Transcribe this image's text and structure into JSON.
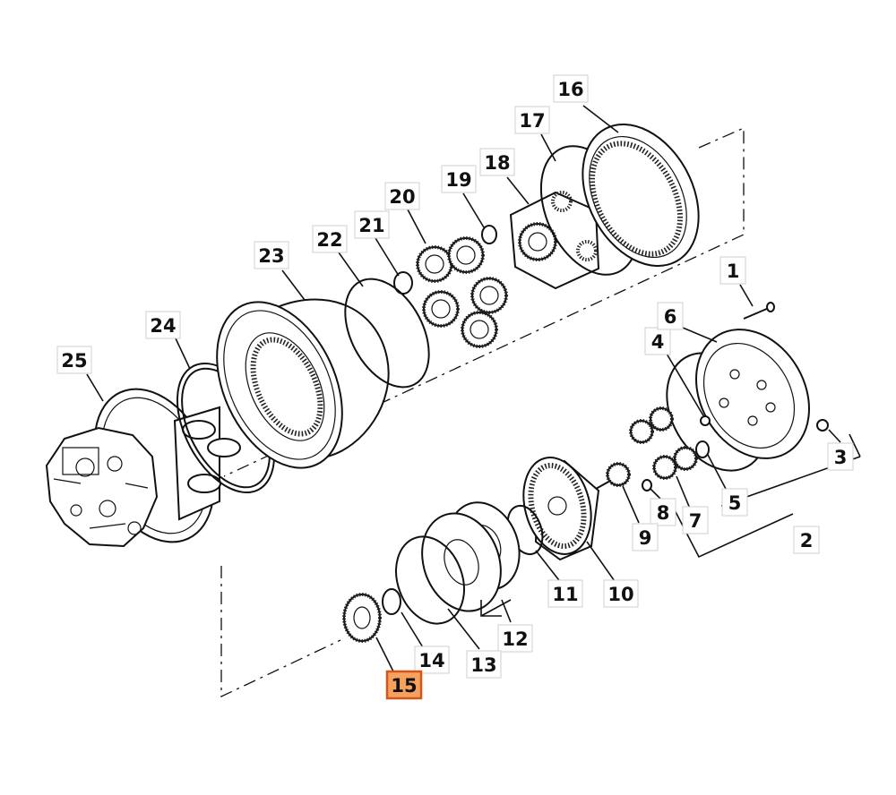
{
  "diagram": {
    "highlighted_label": "15",
    "callouts": [
      {
        "label": "1"
      },
      {
        "label": "2"
      },
      {
        "label": "3"
      },
      {
        "label": "4"
      },
      {
        "label": "5"
      },
      {
        "label": "6"
      },
      {
        "label": "7"
      },
      {
        "label": "8"
      },
      {
        "label": "9"
      },
      {
        "label": "10"
      },
      {
        "label": "11"
      },
      {
        "label": "12"
      },
      {
        "label": "13"
      },
      {
        "label": "14"
      },
      {
        "label": "15"
      },
      {
        "label": "16"
      },
      {
        "label": "17"
      },
      {
        "label": "18"
      },
      {
        "label": "19"
      },
      {
        "label": "20"
      },
      {
        "label": "21"
      },
      {
        "label": "22"
      },
      {
        "label": "23"
      },
      {
        "label": "24"
      },
      {
        "label": "25"
      }
    ]
  },
  "colors": {
    "highlight_fill": "#f4a25e",
    "highlight_border": "#d8541a",
    "line": "#111111"
  }
}
